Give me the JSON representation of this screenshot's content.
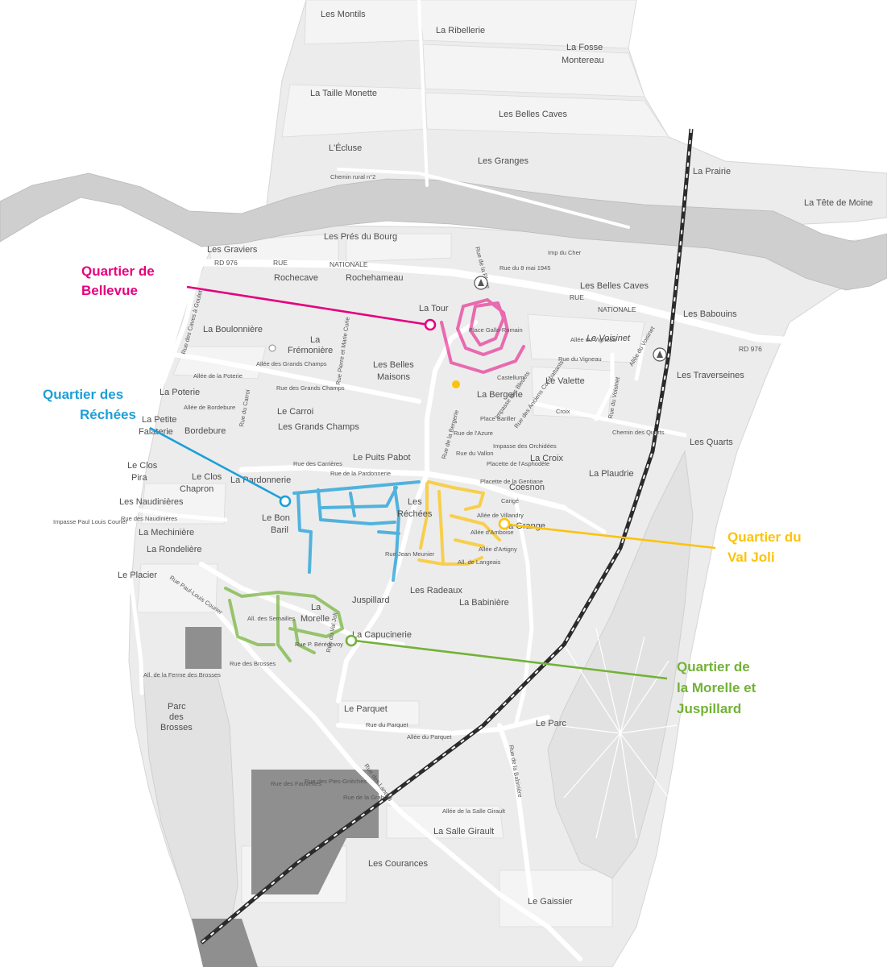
{
  "colors": {
    "bellevue": "#e6007e",
    "rechees": "#1d9fd9",
    "val_joli": "#fcc30b",
    "morelle": "#72b236",
    "river": "#cfcfcf",
    "land": "#ececec",
    "road": "#ffffff",
    "railway": "#2b2b2b"
  },
  "districts": {
    "bellevue": {
      "line1": "Quartier de",
      "line2": "Bellevue"
    },
    "rechees": {
      "line1": "Quartier des",
      "line2": "Réchées"
    },
    "val_joli": {
      "line1": "Quartier du",
      "line2": "Val Joli"
    },
    "morelle": {
      "line1": "Quartier de",
      "line2": "la Morelle et",
      "line3": "Juspillard"
    }
  },
  "places": {
    "les_montils": "Les Montils",
    "la_ribellerie": "La Ribellerie",
    "la_fosse": "La Fosse",
    "montereau": "Montereau",
    "la_taille_monette": "La Taille Monette",
    "les_belles_caves_n": "Les Belles Caves",
    "l_ecluse": "L'Écluse",
    "les_granges": "Les Granges",
    "la_prairie": "La Prairie",
    "la_tete_de_moine": "La Tête de Moine",
    "les_pres_du_bourg": "Les Prés du Bourg",
    "les_graviers": "Les Graviers",
    "rochecave": "Rochecave",
    "rochehameau": "Rochehameau",
    "la_tour": "La Tour",
    "les_belles_caves_s": "Les Belles Caves",
    "les_babouins": "Les Babouins",
    "le_voisinet": "Le Voisinet",
    "la_boulonniere": "La Boulonnière",
    "la": "La",
    "fremoniere": "Frémonière",
    "les_belles": "Les Belles",
    "maisons": "Maisons",
    "le_valette": "Le Valette",
    "les_traverseines": "Les Traverseines",
    "la_poterie": "La Poterie",
    "la_bergerie": "La Bergerie",
    "la_petite": "La Petite",
    "falaterie": "Falaterie",
    "bordebure": "Bordebure",
    "le_carroi": "Le Carroi",
    "les_grands_champs": "Les Grands Champs",
    "les_quarts": "Les Quarts",
    "le_clos_pira_1": "Le Clos",
    "le_clos_pira_2": "Pira",
    "le_clos_chapron_1": "Le Clos",
    "le_clos_chapron_2": "Chapron",
    "le_puits_pabot": "Le Puits Pabot",
    "la_pardonnerie": "La Pardonnerie",
    "la_croix": "La Croix",
    "la_plaudrie": "La Plaudrie",
    "coesnon": "Coesnon",
    "les_naudinieres": "Les Naudinières",
    "la_mechiniere": "La Mechinière",
    "le_bon": "Le Bon",
    "baril": "Baril",
    "les": "Les",
    "rechees": "Réchées",
    "la_grange": "La Grange",
    "la_rondeliere": "La Rondelière",
    "le_placier": "Le Placier",
    "les_radeaux": "Les Radeaux",
    "juspillard": "Juspillard",
    "la_babiniere": "La Babinière",
    "la_morelle_1": "La",
    "la_morelle_2": "Morelle",
    "la_capucinerie": "La Capucinerie",
    "le_parquet": "Le Parquet",
    "parc_1": "Parc",
    "parc_2": "des",
    "parc_3": "Brosses",
    "le_parc": "Le Parc",
    "la_salle_girault": "La Salle Girault",
    "les_courances": "Les Courances",
    "le_gaissier": "Le Gaissier"
  },
  "streets": {
    "rd976_w": "RD 976",
    "rue_nat_1": "RUE",
    "rue_nat_2": "NATIONALE",
    "rue_nat_e1": "RUE",
    "rue_nat_e2": "NATIONALE",
    "rd976_e": "RD 976",
    "chemin_rural": "Chemin rural n°2",
    "rue_8_mai": "Rue du 8 mai 1945",
    "rue_de_la_plage": "Rue de la Plage",
    "imp_du_cher": "Imp du Cher",
    "place_gallo": "Place Gallo-Romain",
    "castellum": "Castellum",
    "allee_du_vigneau": "Allée du Vigneau",
    "rue_du_vigneau": "Rue du Vigneau",
    "allee_du_voisinet": "Allée du Voisinet",
    "rue_des_grands_champs": "Rue des Grands Champs",
    "allee_grands_champs": "Allée des Grands Champs",
    "allee_de_la_poterie": "Allée de la Poterie",
    "allee_de_bordebure": "Allée de Bordebure",
    "rue_des_carrieres": "Rue des Carrières",
    "rue_pardonnerie": "Rue de la Pardonnerie",
    "place_bariller": "Place Bariller",
    "rue_de_la_bergerie": "Rue de la Bergerie",
    "rue_du_vallon": "Rue du Vallon",
    "rue_du_carroi": "Rue du Carroi",
    "rue_du_parquet": "Rue du Parquet",
    "allee_du_parquet": "Allée du Parquet",
    "rue_des_landes": "Rue des Landes",
    "rue_courier": "Rue Paul-Louis Courier",
    "impasse_courier": "Impasse Paul Louis Courier",
    "rue_des_fauvettes": "Rue des Fauvettes",
    "rue_pies_grieches": "Rue des Pies-Grièches",
    "rue_grabole": "Rue de la Grabole",
    "allee_salle_girault": "Allée de la Salle Girault",
    "allee_ferme_brosses": "All. de la Ferme des Brosses",
    "rue_des_brosses": "Rue des Brosses",
    "rue_de_la_babiniere": "Rue de la Babinière",
    "rue_des_naudinieres": "Rue des Naudinières",
    "rue_caves_goulet": "Rue des Caves à Goulet",
    "allee_de_cange": "Cangé",
    "allee_villandry": "Allée de Villandry",
    "allee_amboise": "Allée d'Amboise",
    "allee_artigny": "Allée d'Artigny",
    "allee_langeais": "All. de Langeais",
    "impasse_bleuets": "Impasse des Bleuets",
    "rue_anciens_combattants": "Rue des Anciens Combattants",
    "impasse_orchidees": "Impasse des Orchidées",
    "placette_asphodele": "Placette de l'Asphodèle",
    "placette_gentiane": "Placette de la Gentiane",
    "rue_azure": "Rue de l'Azure",
    "rue_jean_meunier": "Rue Jean Meunier",
    "rue_beregovoy": "Rue P. Bérégovoy",
    "rue_du_val_joli": "Rue du Val Joli",
    "allee_des_semailles": "All. des Semailles",
    "rue_pierre_marie_curie": "Rue Pierre et Marie Curie",
    "chemin_des_quarts": "Chemin des Quarts",
    "croix": "Croix",
    "rue_du_voisinet": "Rue du Voisinet"
  }
}
